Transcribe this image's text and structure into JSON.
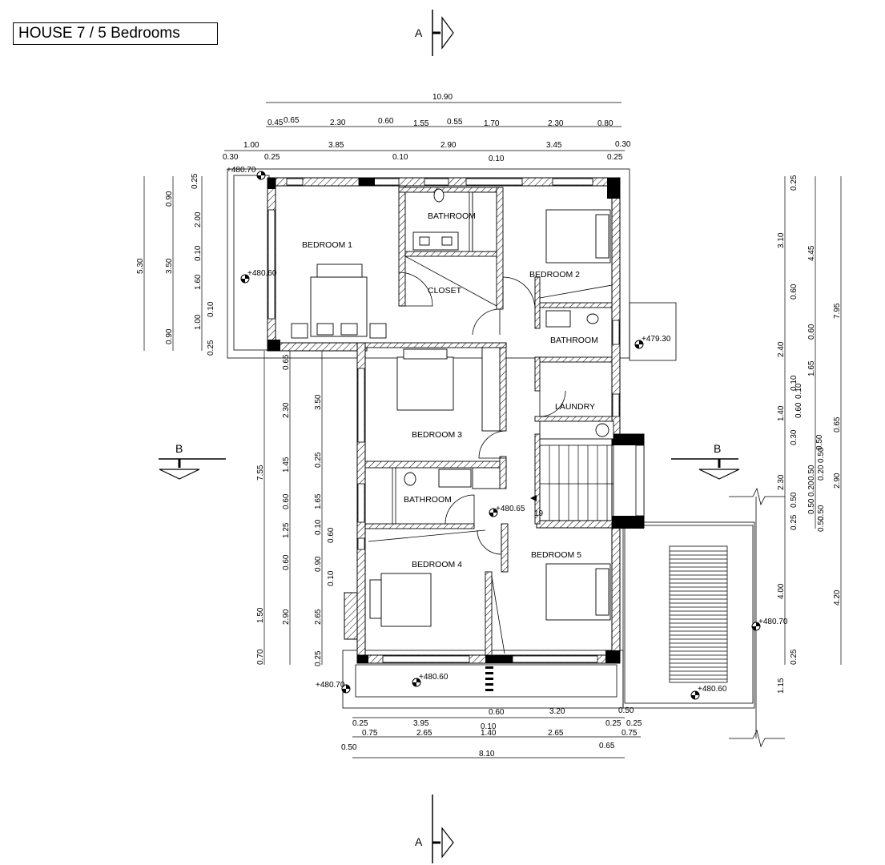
{
  "title": "HOUSE 7 / 5 Bedrooms",
  "sections": {
    "a_top": "A",
    "a_bottom": "A",
    "b_left": "B",
    "b_right": "B"
  },
  "rooms": {
    "bedroom1": "BEDROOM 1",
    "bathroom_top": "BATHROOM",
    "closet": "CLOSET",
    "bedroom2": "BEDROOM 2",
    "bathroom_right": "BATHROOM",
    "laundry": "LAUNDRY",
    "bedroom3": "BEDROOM 3",
    "bathroom_mid": "BATHROOM",
    "bedroom4": "BEDROOM 4",
    "bedroom5": "BEDROOM 5"
  },
  "stair_count": "19",
  "elevations": {
    "e1": "+480.70",
    "e2": "+480.60",
    "e3": "+479.30",
    "e4": "+480.65",
    "e5": "+480.70",
    "e6": "+480.60",
    "e7": "+480.70",
    "e8": "+480.60"
  },
  "dims_top": {
    "overall": "10.90",
    "r2": [
      "0.45",
      "0.65",
      "2.30",
      "0.60",
      "1.55",
      "0.55",
      "1.70",
      "2.30",
      "0.80"
    ],
    "r3": [
      "1.00",
      "3.85",
      "2.90",
      "3.45",
      "0.30"
    ],
    "r3_low": [
      "0.30",
      "0.25",
      "0.10",
      "0.10",
      "0.25"
    ]
  },
  "dims_bottom": {
    "r1": [
      "0.60",
      "3.20",
      "0.50"
    ],
    "r1_low": [
      "0.25",
      "3.95",
      "0.10",
      "0.25",
      "0.25"
    ],
    "r2": [
      "0.75",
      "2.65",
      "1.40",
      "2.65",
      "0.75"
    ],
    "r2_low": [
      "0.50",
      "0.65"
    ],
    "overall": "8.10"
  },
  "dims_left_upper": {
    "outer": "5.30",
    "mid": "3.50",
    "inner": [
      "0.90",
      "2.00",
      "1.60",
      "1.00",
      "0.90"
    ],
    "innermost": [
      "0.25",
      "0.10",
      "0.10",
      "0.25"
    ]
  },
  "dims_left_lower": {
    "outer": "7.55",
    "c2": [
      "0.65",
      "2.30",
      "1.45",
      "0.60",
      "1.25",
      "0.60",
      "1.50",
      "0.70"
    ],
    "c3": [
      "3.50",
      "0.25",
      "1.65",
      "0.10",
      "0.90",
      "2.90",
      "2.65",
      "0.25"
    ],
    "c4": [
      "0.60",
      "0.10"
    ]
  },
  "dims_right": {
    "outer": "7.95",
    "c2": [
      "4.45",
      "0.60",
      "1.65",
      "0.60",
      "0.65",
      "2.90",
      "4.20"
    ],
    "c1": [
      "0.25",
      "3.10",
      "0.60",
      "2.40",
      "0.10",
      "1.40",
      "0.30",
      "0.50",
      "0.20",
      "0.50",
      "2.30",
      "0.50",
      "0.25",
      "4.00",
      "0.25",
      "1.15"
    ],
    "small": [
      "0.10",
      "0.50",
      "0.50",
      "0.20",
      "0.50",
      "0.50"
    ]
  }
}
